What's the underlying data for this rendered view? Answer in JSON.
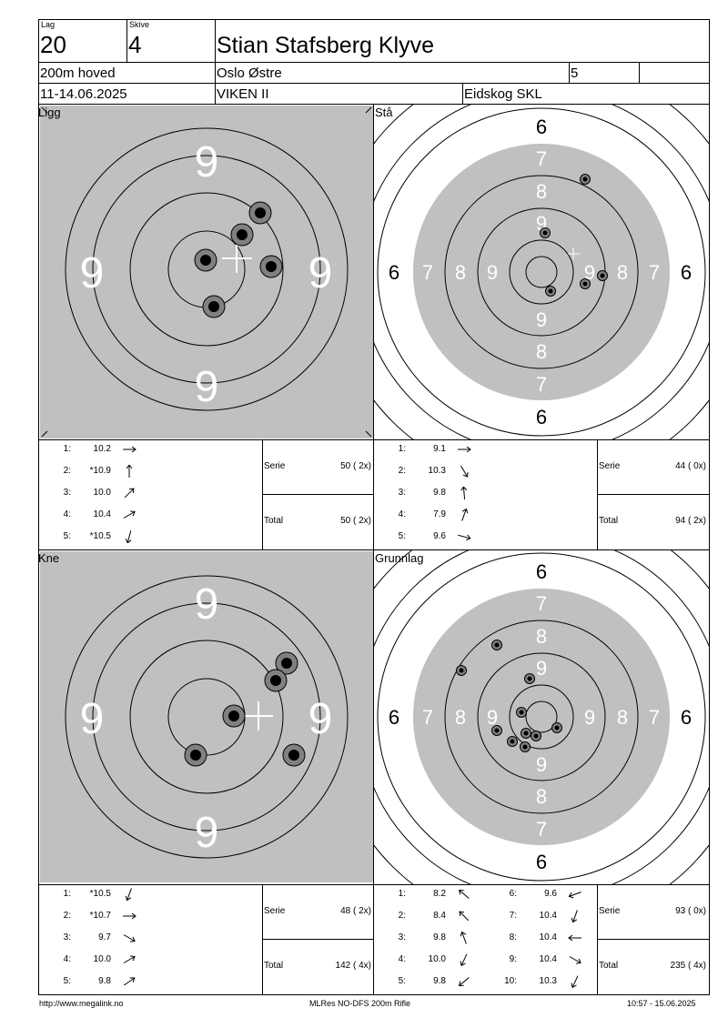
{
  "header": {
    "lag_label": "Lag",
    "lag_value": "20",
    "skive_label": "Skive",
    "skive_value": "4",
    "name": "Stian Stafsberg Klyve",
    "class": "200m hoved",
    "club": "Oslo Østre",
    "extra": "5",
    "date": "11-14.06.2025",
    "region": "VIKEN II",
    "venue": "Eidskog SKL"
  },
  "panels": [
    {
      "label": "Ligg",
      "target": "big",
      "shots": [
        {
          "n": "1:",
          "v": "10.2",
          "dir": 0
        },
        {
          "n": "2:",
          "v": "*10.9",
          "dir": -90
        },
        {
          "n": "3:",
          "v": "10.0",
          "dir": -45
        },
        {
          "n": "4:",
          "v": "10.4",
          "dir": -30
        },
        {
          "n": "5:",
          "v": "*10.5",
          "dir": 105
        }
      ],
      "serie_label": "Serie",
      "serie_value": "50 ( 2x)",
      "total_label": "Total",
      "total_value": "50 ( 2x)"
    },
    {
      "label": "Stå",
      "target": "small",
      "shots": [
        {
          "n": "1:",
          "v": "9.1",
          "dir": 0
        },
        {
          "n": "2:",
          "v": "10.3",
          "dir": 60
        },
        {
          "n": "3:",
          "v": "9.8",
          "dir": -95
        },
        {
          "n": "4:",
          "v": "7.9",
          "dir": -70
        },
        {
          "n": "5:",
          "v": "9.6",
          "dir": 15
        }
      ],
      "serie_label": "Serie",
      "serie_value": "44 ( 0x)",
      "total_label": "Total",
      "total_value": "94 ( 2x)"
    },
    {
      "label": "Kne",
      "target": "big",
      "shots": [
        {
          "n": "1:",
          "v": "*10.5",
          "dir": 110
        },
        {
          "n": "2:",
          "v": "*10.7",
          "dir": 0
        },
        {
          "n": "3:",
          "v": "9.7",
          "dir": 30
        },
        {
          "n": "4:",
          "v": "10.0",
          "dir": -30
        },
        {
          "n": "5:",
          "v": "9.8",
          "dir": -35
        }
      ],
      "serie_label": "Serie",
      "serie_value": "48 ( 2x)",
      "total_label": "Total",
      "total_value": "142 ( 4x)"
    },
    {
      "label": "Grunnlag",
      "target": "small",
      "shots": [
        {
          "n": "1:",
          "v": "8.2",
          "dir": -140
        },
        {
          "n": "2:",
          "v": "8.4",
          "dir": -135
        },
        {
          "n": "3:",
          "v": "9.8",
          "dir": -110
        },
        {
          "n": "4:",
          "v": "10.0",
          "dir": 115
        },
        {
          "n": "5:",
          "v": "9.8",
          "dir": 140
        }
      ],
      "shots2": [
        {
          "n": "6:",
          "v": "9.6",
          "dir": 160
        },
        {
          "n": "7:",
          "v": "10.4",
          "dir": 110
        },
        {
          "n": "8:",
          "v": "10.4",
          "dir": 180
        },
        {
          "n": "9:",
          "v": "10.4",
          "dir": 30
        },
        {
          "n": "10:",
          "v": "10.3",
          "dir": 115
        }
      ],
      "serie_label": "Serie",
      "serie_value": "93 ( 0x)",
      "total_label": "Total",
      "total_value": "235 ( 4x)"
    }
  ],
  "big_ring_label": "9",
  "small_ring_labels": [
    "6",
    "7",
    "8",
    "9"
  ],
  "colors": {
    "target_grey": "#c0c0c0",
    "hit_dark": "#000000",
    "hit_ring": "#808080"
  },
  "footer": {
    "left": "http://www.megalink.no",
    "center": "MLRes NO-DFS 200m Rifle",
    "right": "10:57 - 15.06.2025"
  }
}
